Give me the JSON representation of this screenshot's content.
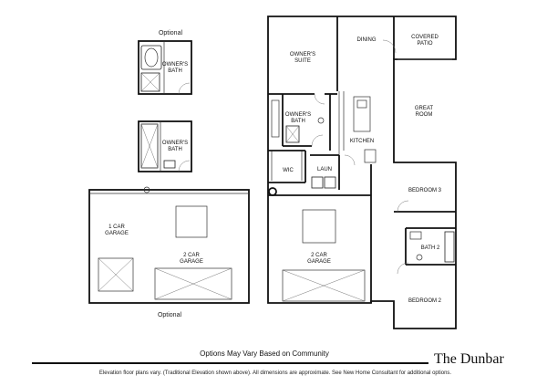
{
  "plan_name": "The Dunbar",
  "options_caption": "Options May Vary Based on Community",
  "disclaimer": "Elevation floor plans vary. (Traditional Elevation shown above). All dimensions are approximate. See New Home Consultant for additional options.",
  "optional_labels": [
    "Optional",
    "Optional"
  ],
  "rooms": {
    "dining": "DINING",
    "covered_patio": [
      "COVERED",
      "PATIO"
    ],
    "owners_suite": [
      "OWNER'S",
      "SUITE"
    ],
    "owners_bath": [
      "OWNER'S",
      "BATH"
    ],
    "great_room": [
      "GREAT",
      "ROOM"
    ],
    "kitchen": "KITCHEN",
    "wic": "WIC",
    "laun": "LAUN",
    "bedroom_3": "BEDROOM 3",
    "bath_2": "BATH 2",
    "bedroom_2": "BEDROOM 2",
    "garage_2car": [
      "2 CAR",
      "GARAGE"
    ],
    "opt_bath_a": [
      "OWNER'S",
      "BATH"
    ],
    "opt_bath_b": [
      "OWNER'S",
      "BATH"
    ],
    "opt_garage_1car": [
      "1 CAR",
      "GARAGE"
    ],
    "opt_garage_2car": [
      "2 CAR",
      "GARAGE"
    ]
  }
}
